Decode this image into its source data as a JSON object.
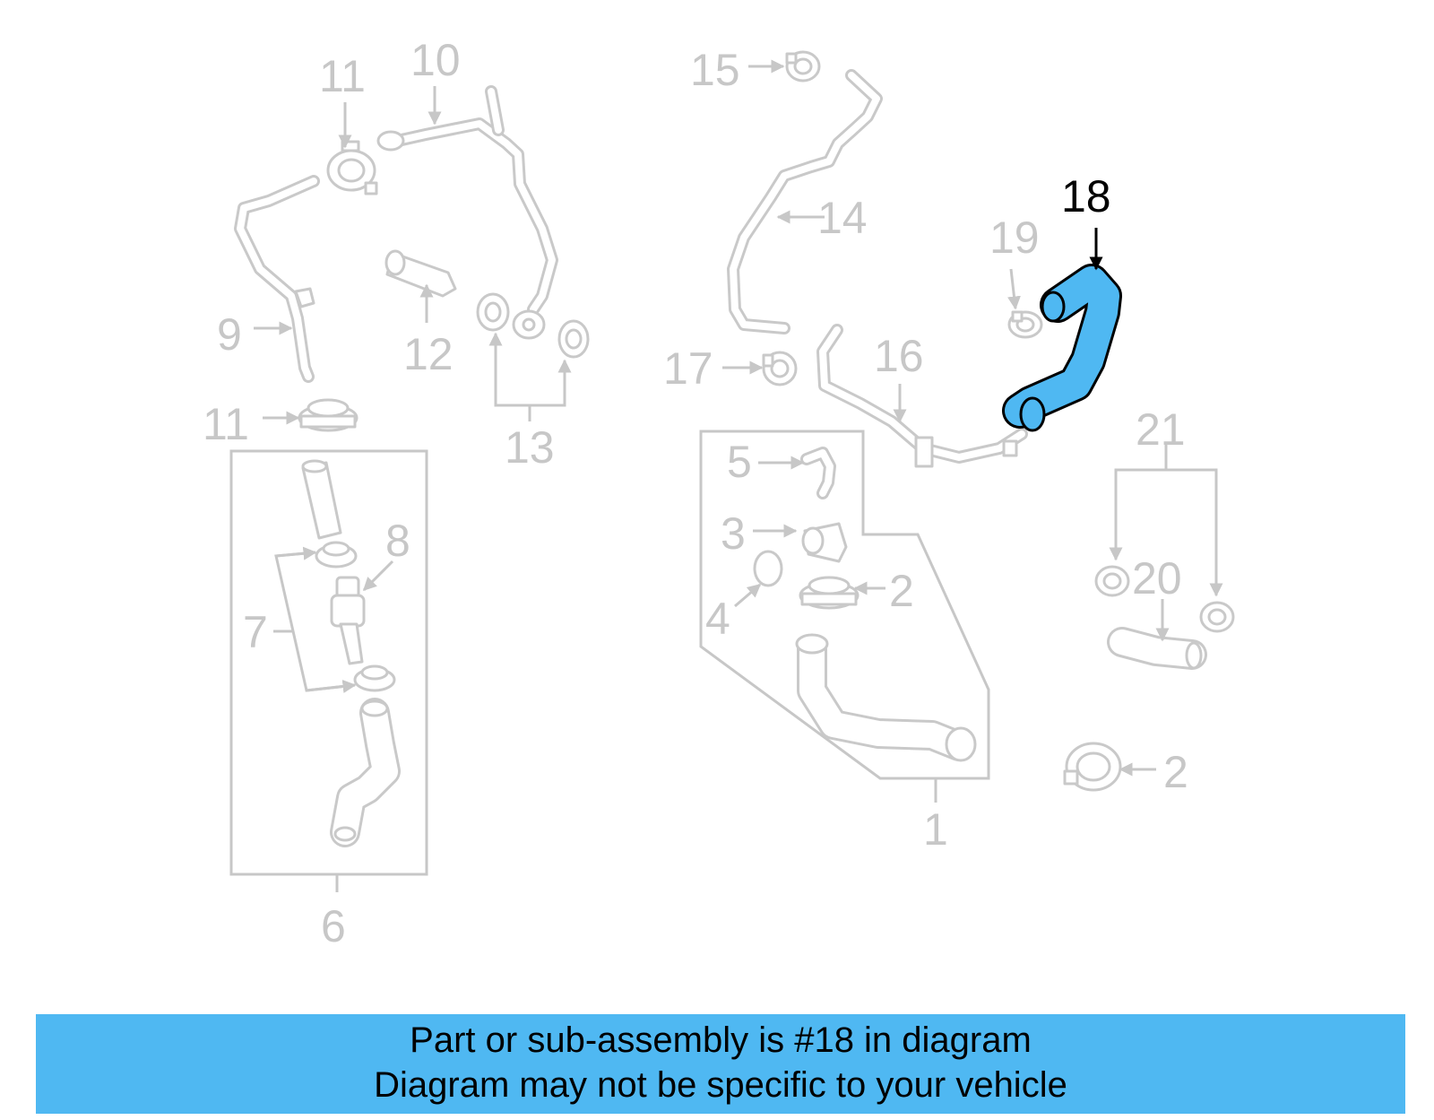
{
  "colors": {
    "banner_background": "#4fb8f2",
    "highlight_fill": "#4fb8f2",
    "faded_part": "#c7c7c7",
    "highlight_label": "#000000"
  },
  "highlighted_part": "18",
  "callouts": {
    "c1": "1",
    "c2a": "2",
    "c2b": "2",
    "c3": "3",
    "c4": "4",
    "c5": "5",
    "c6": "6",
    "c7": "7",
    "c8": "8",
    "c9": "9",
    "c10": "10",
    "c11a": "11",
    "c11b": "11",
    "c12": "12",
    "c13": "13",
    "c14": "14",
    "c15": "15",
    "c16": "16",
    "c17": "17",
    "c18": "18",
    "c19": "19",
    "c20": "20",
    "c21": "21"
  },
  "banner": {
    "line1": "Part or sub-assembly is #18 in diagram",
    "line2": "Diagram may not be specific to your vehicle"
  }
}
